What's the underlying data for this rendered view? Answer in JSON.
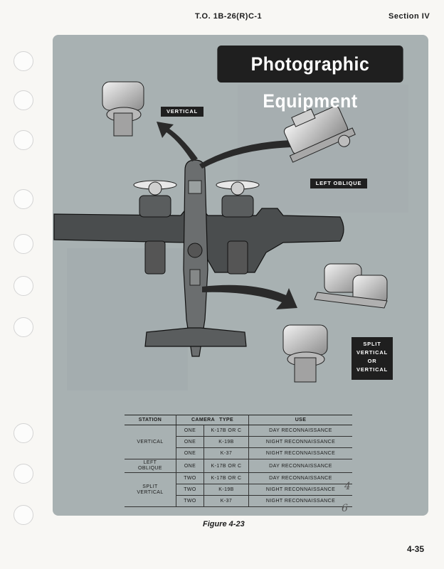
{
  "header": {
    "doc_number": "T.O. 1B-26(R)C-1",
    "section": "Section IV"
  },
  "figure": {
    "title": "Photographic Equipment",
    "callouts": {
      "vertical": "VERTICAL",
      "left_oblique": "LEFT OBLIQUE",
      "split_vertical": [
        "SPLIT",
        "VERTICAL",
        "OR",
        "VERTICAL"
      ]
    },
    "caption": "Figure 4-23"
  },
  "table": {
    "headers": [
      "STATION",
      "CAMERA",
      "TYPE",
      "USE"
    ],
    "groups": [
      {
        "station": [
          "VERTICAL"
        ],
        "rows": [
          {
            "camera": "ONE",
            "type": "K-17B OR C",
            "use": "DAY RECONNAISSANCE"
          },
          {
            "camera": "ONE",
            "type": "K-19B",
            "use": "NIGHT RECONNAISSANCE"
          },
          {
            "camera": "ONE",
            "type": "K-37",
            "use": "NIGHT RECONNAISSANCE"
          }
        ]
      },
      {
        "station": [
          "LEFT",
          "OBLIQUE"
        ],
        "rows": [
          {
            "camera": "ONE",
            "type": "K-17B OR C",
            "use": "DAY RECONNAISSANCE"
          }
        ]
      },
      {
        "station": [
          "SPLIT",
          "VERTICAL"
        ],
        "rows": [
          {
            "camera": "TWO",
            "type": "K-17B OR C",
            "use": "DAY RECONNAISSANCE"
          },
          {
            "camera": "TWO",
            "type": "K-19B",
            "use": "NIGHT RECONNAISSANCE"
          },
          {
            "camera": "TWO",
            "type": "K-37",
            "use": "NIGHT RECONNAISSANCE"
          }
        ]
      }
    ]
  },
  "handwritten": {
    "mark_1": "4",
    "mark_2": "6"
  },
  "page_number": "4-35"
}
